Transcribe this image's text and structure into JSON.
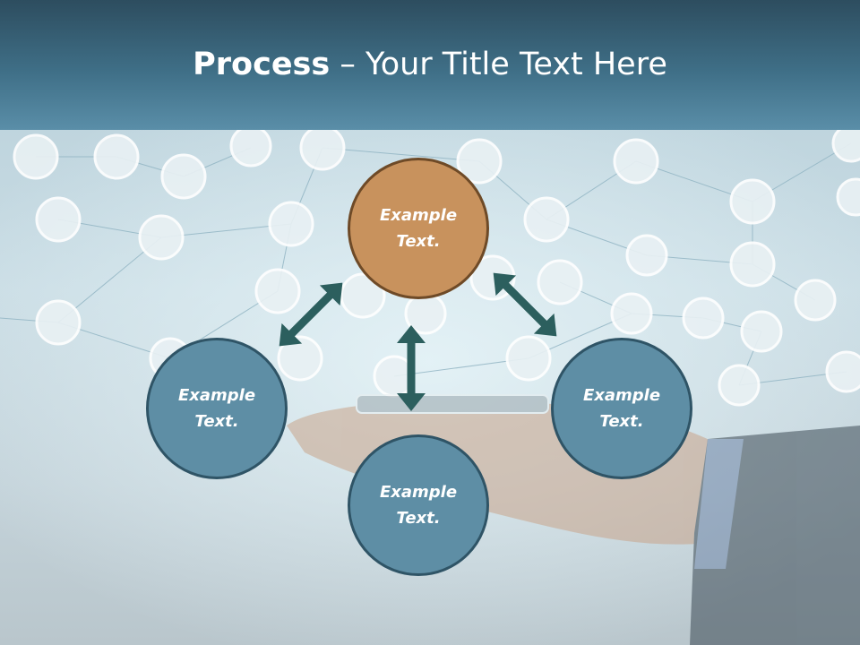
{
  "slide": {
    "title_bold": "Process",
    "title_rest": " – Your Title Text Here"
  },
  "diagram": {
    "top_node": {
      "label": "Example Text."
    },
    "left_node": {
      "label": "Example Text."
    },
    "right_node": {
      "label": "Example Text."
    },
    "bottom_node": {
      "label": "Example Text."
    }
  },
  "colors": {
    "header": "#3f6f87",
    "accent_node": "#c8925d",
    "blue_node": "#5e8ea5",
    "arrow": "#2c5f5e"
  }
}
